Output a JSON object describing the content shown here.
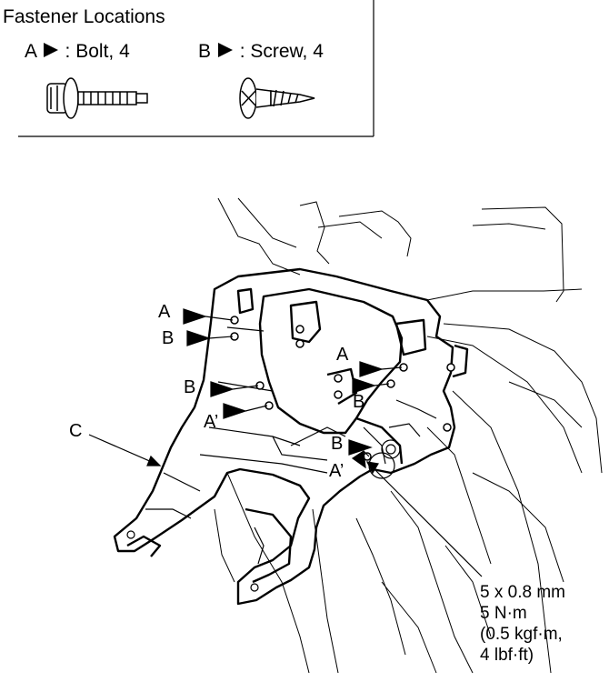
{
  "legend": {
    "title": "Fastener Locations",
    "a_letter": "A",
    "a_desc": ": Bolt, 4",
    "b_letter": "B",
    "b_desc": ": Screw, 4"
  },
  "icons": {
    "arrow": "pointer-triangle-icon",
    "bolt": "flange-bolt-icon",
    "screw": "pan-head-screw-icon"
  },
  "callouts": {
    "a": "A",
    "b": "B",
    "a_prime": "A’",
    "c": "C"
  },
  "torque_spec": {
    "size": "5 x 0.8 mm",
    "torque": "5 N·m",
    "kgf": "(0.5 kgf·m,",
    "lbf": "4 lbf·ft)"
  }
}
